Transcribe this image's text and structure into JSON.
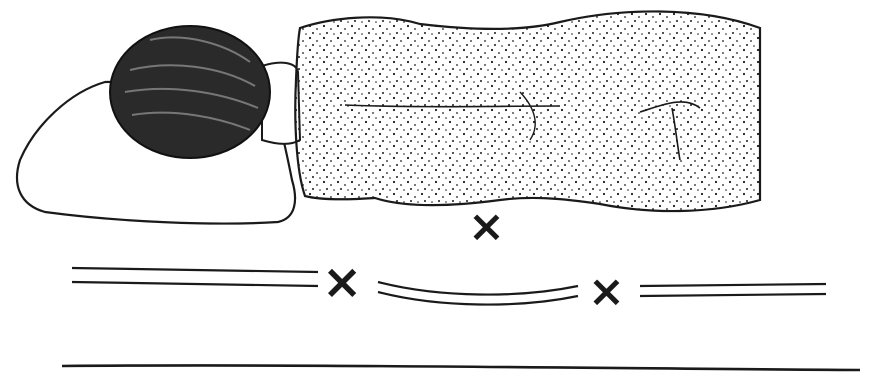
{
  "illustration": {
    "subject": "line-drawing-person-lying-prone",
    "ink_color": "#1a1a1a",
    "paper_color": "#ffffff",
    "marks": [
      {
        "symbol": "×",
        "meaning": "cross-mark-under-abdomen"
      },
      {
        "symbol": "×",
        "meaning": "cross-mark-left-bend"
      },
      {
        "symbol": "×",
        "meaning": "cross-mark-right-bend"
      }
    ]
  }
}
